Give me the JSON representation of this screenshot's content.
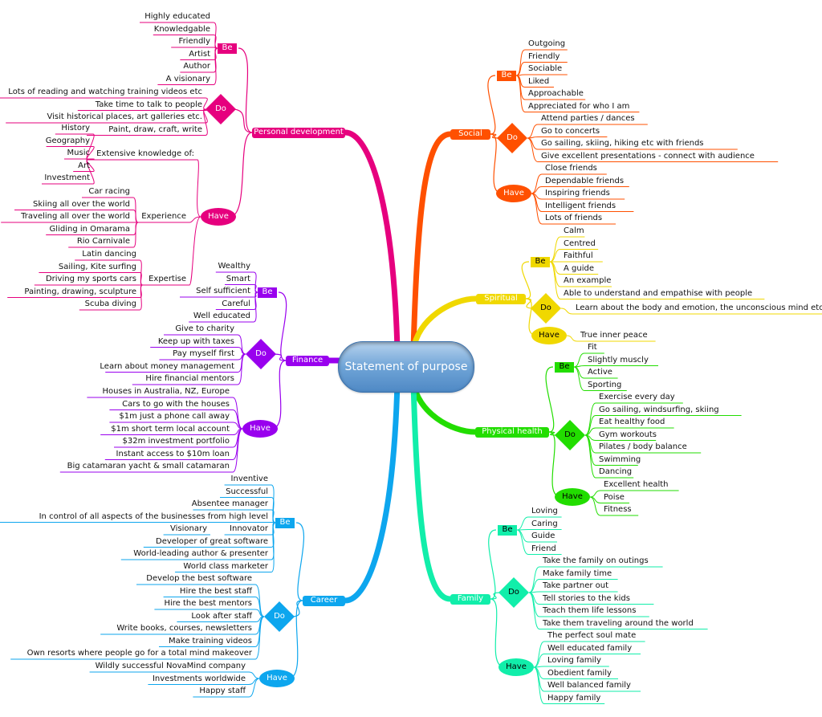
{
  "central": "Statement of purpose",
  "branches": [
    {
      "name": "Personal development",
      "color": "#e6007e",
      "groups": [
        {
          "label": "Be",
          "items": [
            "Highly educated",
            "Knowledgable",
            "Friendly",
            "Artist",
            "Author",
            "A visionary"
          ]
        },
        {
          "label": "Do",
          "items": [
            "Lots of reading and watching training videos etc",
            "Take time to talk to people",
            "Visit historical places, art galleries etc.",
            "Paint, draw, craft, write"
          ]
        },
        {
          "label": "Have",
          "items": [
            {
              "label": "Extensive knowledge of:",
              "items": [
                "History",
                "Geography",
                "Music",
                "Art",
                "Investment"
              ]
            },
            {
              "label": "Experience",
              "items": [
                "Car racing",
                "Skiing all over the world",
                "Traveling all over the world",
                "Gliding in Omarama",
                "Rio Carnivale"
              ]
            },
            {
              "label": "Expertise",
              "items": [
                "Latin dancing",
                "Sailing, Kite surfing",
                "Driving my sports cars",
                "Painting, drawing, sculpture",
                "Scuba diving"
              ]
            }
          ]
        }
      ]
    },
    {
      "name": "Finance",
      "color": "#9900ee",
      "groups": [
        {
          "label": "Be",
          "items": [
            "Wealthy",
            "Smart",
            "Self sufficient",
            "Careful",
            "Well educated"
          ]
        },
        {
          "label": "Do",
          "items": [
            "Give to charity",
            "Keep up with taxes",
            "Pay myself first",
            "Learn about money management",
            "Hire financial mentors"
          ]
        },
        {
          "label": "Have",
          "items": [
            "Houses in Australia, NZ, Europe",
            "Cars to go with the houses",
            "$1m just a phone call away",
            "$1m short term local account",
            "$32m investment portfolio",
            "Instant access to $10m loan",
            "Big catamaran yacht & small catamaran"
          ]
        }
      ]
    },
    {
      "name": "Career",
      "color": "#0da6ee",
      "groups": [
        {
          "label": "Be",
          "items": [
            "Inventive",
            "Successful",
            "Absentee manager",
            "In control of all aspects of the businesses from high level",
            "Visionary",
            "Innovator",
            "Developer of great software",
            "World-leading author & presenter",
            "World class marketer"
          ]
        },
        {
          "label": "Do",
          "items": [
            "Develop the best software",
            "Hire the best staff",
            "Hire the best mentors",
            "Look after staff",
            "Write books, courses, newsletters",
            "Make training videos",
            "Own resorts where people go for a total mind makeover"
          ]
        },
        {
          "label": "Have",
          "items": [
            "Wildly successful NovaMind company",
            "Investments worldwide",
            "Happy staff"
          ]
        }
      ]
    },
    {
      "name": "Social",
      "color": "#ff5000",
      "groups": [
        {
          "label": "Be",
          "items": [
            "Outgoing",
            "Friendly",
            "Sociable",
            "Liked",
            "Approachable",
            "Appreciated for who I am"
          ]
        },
        {
          "label": "Do",
          "items": [
            "Attend parties / dances",
            "Go to concerts",
            "Go sailing, skiing, hiking etc with friends",
            "Give excellent presentations - connect with audience"
          ]
        },
        {
          "label": "Have",
          "items": [
            "Close friends",
            "Dependable friends",
            "Inspiring friends",
            "Intelligent friends",
            "Lots of friends"
          ]
        }
      ]
    },
    {
      "name": "Spiritual",
      "color": "#f0d800",
      "groups": [
        {
          "label": "Be",
          "items": [
            "Calm",
            "Centred",
            "Faithful",
            "A guide",
            "An example",
            "Able to understand and empathise with people"
          ]
        },
        {
          "label": "Do",
          "items": [
            "Learn about the body and emotion, the unconscious mind etc."
          ]
        },
        {
          "label": "Have",
          "items": [
            "True inner peace"
          ]
        }
      ]
    },
    {
      "name": "Physical health",
      "color": "#22dd00",
      "groups": [
        {
          "label": "Be",
          "items": [
            "Fit",
            "Slightly muscly",
            "Active",
            "Sporting"
          ]
        },
        {
          "label": "Do",
          "items": [
            "Exercise every day",
            "Go sailing, windsurfing, skiing",
            "Eat healthy food",
            "Gym workouts",
            "Pilates / body balance",
            "Swimming",
            "Dancing"
          ]
        },
        {
          "label": "Have",
          "items": [
            "Excellent health",
            "Poise",
            "Fitness"
          ]
        }
      ]
    },
    {
      "name": "Family",
      "color": "#11eeaa",
      "groups": [
        {
          "label": "Be",
          "items": [
            "Loving",
            "Caring",
            "Guide",
            "Friend"
          ]
        },
        {
          "label": "Do",
          "items": [
            "Take the family on outings",
            "Make family time",
            "Take partner out",
            "Tell stories to the kids",
            "Teach them life lessons",
            "Take them traveling around the world"
          ]
        },
        {
          "label": "Have",
          "items": [
            "The perfect soul mate",
            "Well educated family",
            "Loving family",
            "Obedient family",
            "Well balanced family",
            "Happy family"
          ]
        }
      ]
    }
  ]
}
